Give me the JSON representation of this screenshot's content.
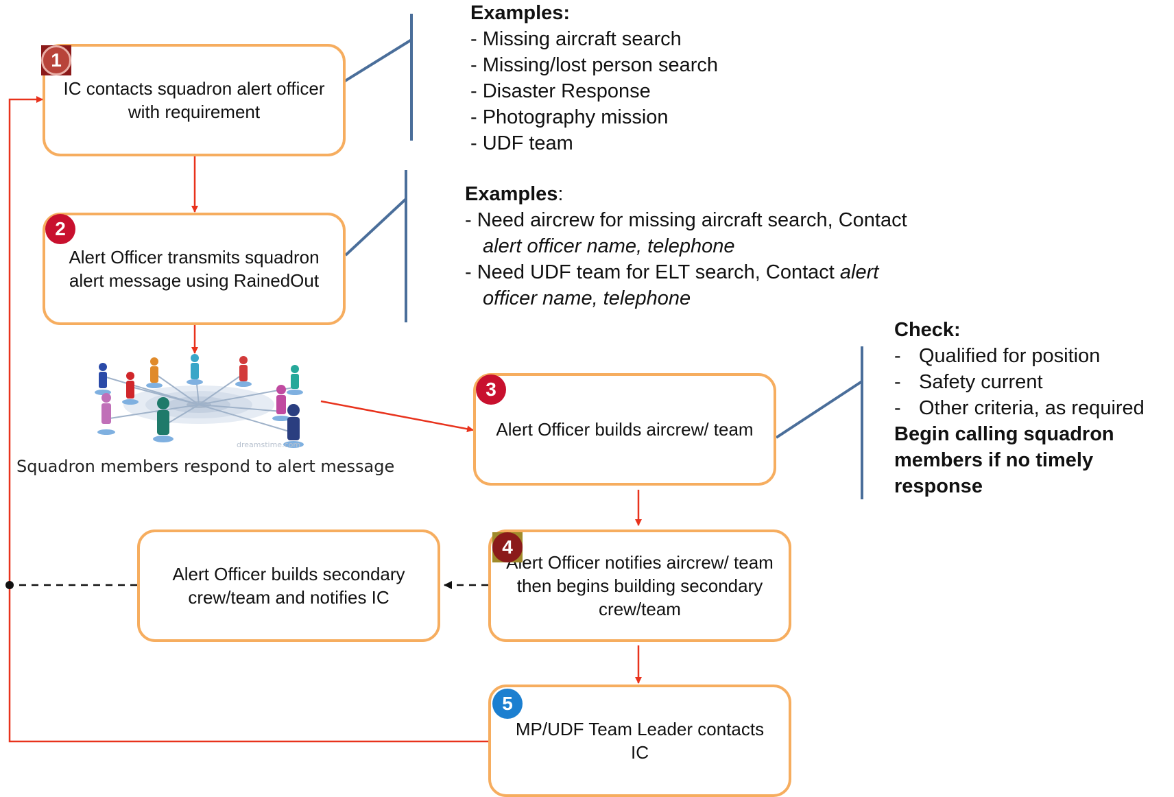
{
  "boxes": {
    "step1": "IC contacts squadron alert officer with requirement",
    "step2": "Alert Officer transmits squadron alert message using RainedOut",
    "step3": "Alert Officer builds aircrew/ team",
    "step4": "Alert Officer notifies aircrew/ team then begins building secondary crew/team",
    "secondary": "Alert Officer builds secondary crew/team and notifies IC",
    "step5": "MP/UDF Team Leader contacts IC"
  },
  "badges": {
    "step1": {
      "number": "1",
      "color": "#a8362a",
      "bg": "#8b1a1a"
    },
    "step2": {
      "number": "2",
      "color": "#c8102e"
    },
    "step3": {
      "number": "3",
      "color": "#c8102e"
    },
    "step4": {
      "number": "4",
      "color": "#8b1a1a",
      "bg": "#a08a2a"
    },
    "step5": {
      "number": "5",
      "color": "#1c7fd0"
    }
  },
  "examples1": {
    "heading": "Examples:",
    "items": [
      "- Missing aircraft search",
      "- Missing/lost person search",
      "- Disaster Response",
      "- Photography mission",
      "- UDF team"
    ]
  },
  "examples2": {
    "heading": "Examples",
    "colon": ":",
    "item1_prefix": "- Need aircrew for missing aircraft search, Contact",
    "item1_italic": "alert officer name, telephone",
    "item2_prefix": "- Need UDF team for ELT search, Contact ",
    "item2_italic_a": "alert",
    "item2_italic_b": "officer name, telephone"
  },
  "check": {
    "heading": "Check:",
    "items": [
      "Qualified for position",
      "Safety current",
      "Other criteria, as required"
    ],
    "bold_note_lines": [
      "Begin calling squadron",
      "members if no timely",
      "response"
    ]
  },
  "image": {
    "caption": "Squadron members respond to alert message",
    "watermark": "dreamstime.com"
  },
  "colors": {
    "box_border": "#f6ad5f",
    "flow_arrow": "#e8321c",
    "bracket": "#4a6e9a",
    "dashed": "#111111"
  }
}
